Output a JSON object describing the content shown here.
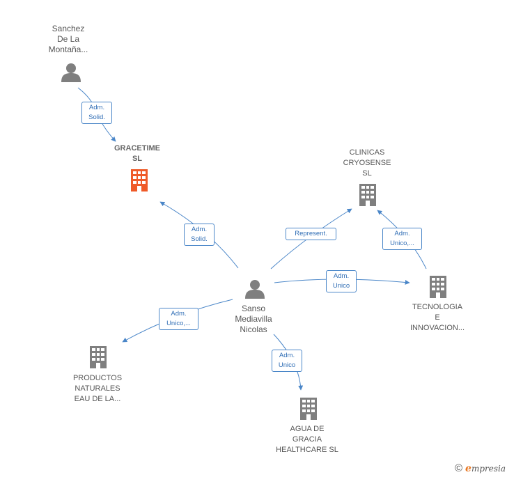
{
  "colors": {
    "edge": "#4a86c8",
    "company": "#7f7f7f",
    "focus_company": "#ef5a28",
    "person": "#7f7f7f"
  },
  "nodes": {
    "sanchez": {
      "label": "Sanchez\nDe La\nMontaña...",
      "icon": "person-icon"
    },
    "gracetime": {
      "label": "GRACETIME\nSL",
      "icon": "building-icon"
    },
    "clinicas": {
      "label": "CLINICAS\nCRYOSENSE\nSL",
      "icon": "building-icon"
    },
    "sanso": {
      "label": "Sanso\nMediavilla\nNicolas",
      "icon": "person-icon"
    },
    "tecnologia": {
      "label": "TECNOLOGIA\nE\nINNOVACION...",
      "icon": "building-icon"
    },
    "productos": {
      "label": "PRODUCTOS\nNATURALES\nEAU DE LA...",
      "icon": "building-icon"
    },
    "agua": {
      "label": "AGUA DE\nGRACIA\nHEALTHCARE SL",
      "icon": "building-icon"
    }
  },
  "edges": {
    "sanchez_gracetime": "Adm.\nSolid.",
    "sanso_gracetime": "Adm.\nSolid.",
    "sanso_clinicas": "Represent.",
    "tecnologia_clinicas": "Adm.\nUnico,...",
    "sanso_tecnologia": "Adm.\nUnico",
    "sanso_productos": "Adm.\nUnico,...",
    "sanso_agua": "Adm.\nUnico"
  },
  "footer": {
    "copyright": "©",
    "brand_initial": "e",
    "brand_rest": "mpresia"
  }
}
